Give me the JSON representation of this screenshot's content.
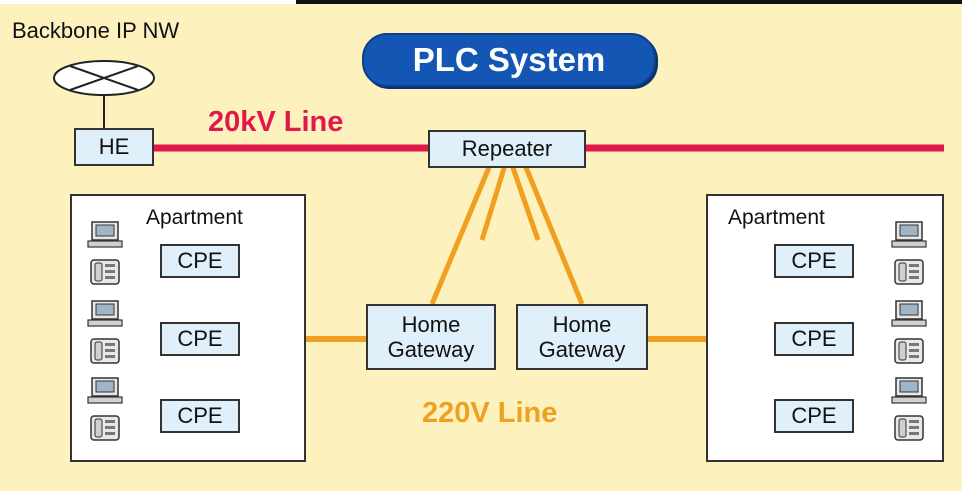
{
  "diagram": {
    "title": "PLC System",
    "backbone_label": "Backbone IP NW",
    "hv_line_label": "20kV Line",
    "lv_line_label": "220V Line",
    "nodes": {
      "he": "HE",
      "repeater": "Repeater",
      "gateway_left": "Home\nGateway",
      "gateway_right": "Home\nGateway"
    },
    "apartments": [
      {
        "title": "Apartment",
        "cpes": [
          "CPE",
          "CPE",
          "CPE"
        ]
      },
      {
        "title": "Apartment",
        "cpes": [
          "CPE",
          "CPE",
          "CPE"
        ]
      }
    ],
    "colors": {
      "background": "#fdf1bd",
      "hv_line": "#e0194d",
      "lv_line": "#f0a020",
      "box_fill": "#dff0fb",
      "title_pill": "#1456b4"
    },
    "icons": [
      "network-cloud-icon",
      "computer-icon",
      "telephone-icon"
    ]
  }
}
